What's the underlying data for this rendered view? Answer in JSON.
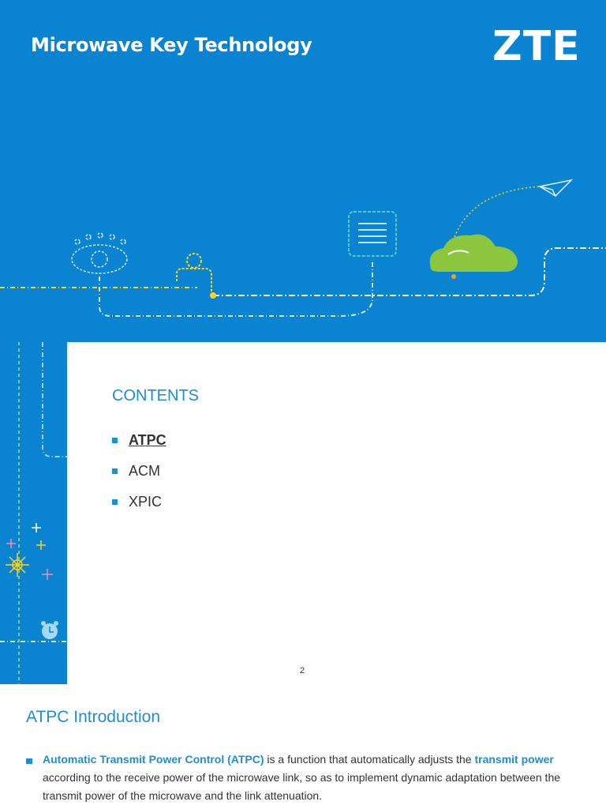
{
  "slide1": {
    "title": "Microwave Key Technology",
    "logo": "ZTE",
    "background_color": "#0a84d1",
    "contents": {
      "heading": "CONTENTS",
      "items": [
        {
          "label": "ATPC",
          "active": true
        },
        {
          "label": "ACM",
          "active": false
        },
        {
          "label": "XPIC",
          "active": false
        }
      ]
    },
    "page_number": "2",
    "icons": [
      "eye-icon",
      "person-icon",
      "server-panel-icon",
      "cloud-icon",
      "paper-plane-icon",
      "alarm-clock-icon",
      "wifi-icon",
      "sparkle-icon"
    ]
  },
  "slide2": {
    "title": "ATPC Introduction",
    "paragraph": {
      "term": "Automatic Transmit Power Control (ATPC)",
      "text1": " is a function that automatically adjusts the ",
      "highlight": "transmit power",
      "text2": " according to the receive power of the microwave link, so as to implement dynamic adaptation between the transmit power of the microwave and the link attenuation."
    }
  },
  "colors": {
    "accent": "#1b8fd1",
    "line_yellow": "#ffd21a",
    "cloud_green": "#8cc63f",
    "wifi_orange": "#f4a21e"
  }
}
